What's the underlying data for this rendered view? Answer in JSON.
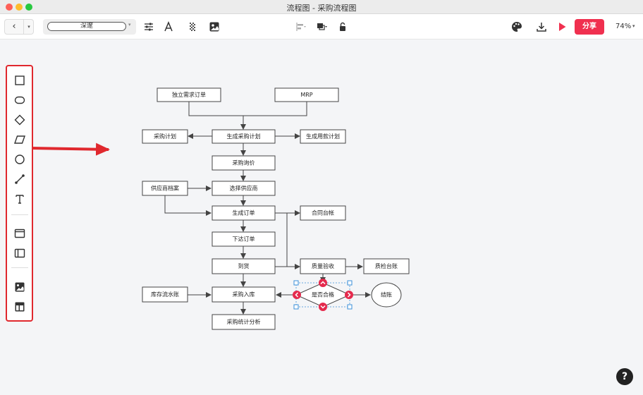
{
  "window": {
    "title": "流程图 - 采购流程图"
  },
  "toolbar": {
    "back_icon": "‹",
    "more_icon": "▾",
    "style_value": "深邃",
    "style_caret": "▾",
    "share_label": "分享",
    "zoom_level": "74%",
    "zoom_caret": "▾",
    "icons": [
      "back-icon",
      "sliders-icon",
      "text-style-icon",
      "pattern-icon",
      "image-fill-icon",
      "align-icon",
      "arrange-icon",
      "lock-icon",
      "palette-icon",
      "download-icon",
      "present-icon"
    ]
  },
  "shape_panel": {
    "items": [
      "rectangle-icon",
      "rounded-rect-icon",
      "diamond-icon",
      "parallelogram-icon",
      "circle-icon",
      "line-icon",
      "text-icon",
      "window-icon",
      "sidebar-layout-icon",
      "image-icon",
      "table-layout-icon"
    ]
  },
  "flowchart": {
    "nodes": {
      "independent_order": "独立需求订单",
      "mrp": "MRP",
      "purchase_plan": "采购计划",
      "generate_plan": "生成采购计划",
      "payment_plan": "生成用款计划",
      "inquiry": "采购询价",
      "supplier_file": "供应商档案",
      "select_supplier": "选择供应商",
      "generate_order": "生成订单",
      "contract_ledger": "合同台帐",
      "issue_order": "下达订单",
      "arrival": "到货",
      "quality_check": "质量验收",
      "qc_ledger": "质检台账",
      "inventory_ledger": "库存流水账",
      "warehousing": "采购入库",
      "qualified": "是否合格",
      "settlement": "结账",
      "analysis": "采购统计分析"
    }
  },
  "colors": {
    "accent": "#f0304f",
    "annotation": "#e0282e",
    "node_stroke": "#444444",
    "selection": "#3a8fd8"
  },
  "help": {
    "label": "?"
  }
}
